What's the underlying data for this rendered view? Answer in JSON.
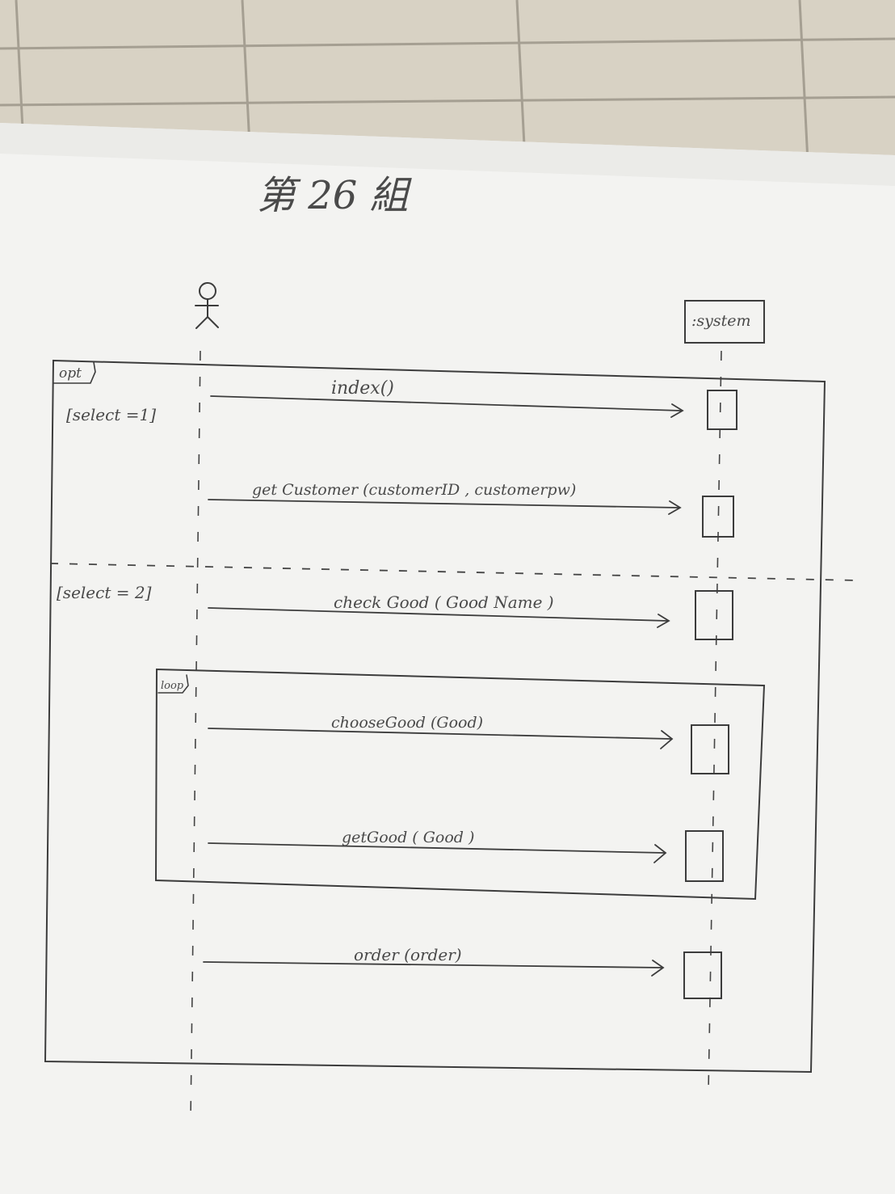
{
  "title": "第 26 組",
  "actor": {
    "icon": "stick-figure-icon"
  },
  "system": {
    "label": ":system"
  },
  "frames": {
    "opt": {
      "tag": "opt",
      "guard1": "[select =1]",
      "guard2": "[select = 2]"
    },
    "loop": {
      "tag": "loop"
    }
  },
  "messages": [
    {
      "label": "index()"
    },
    {
      "label": "get Customer (customerID , customerpw)"
    },
    {
      "label": "check Good ( Good Name )"
    },
    {
      "label": "chooseGood (Good)"
    },
    {
      "label": "getGood ( Good )"
    },
    {
      "label": "order (order)"
    }
  ],
  "colors": {
    "paper": "#f3f3f1",
    "ink": "#3c3c3c",
    "wall": "#d8d2c4"
  }
}
